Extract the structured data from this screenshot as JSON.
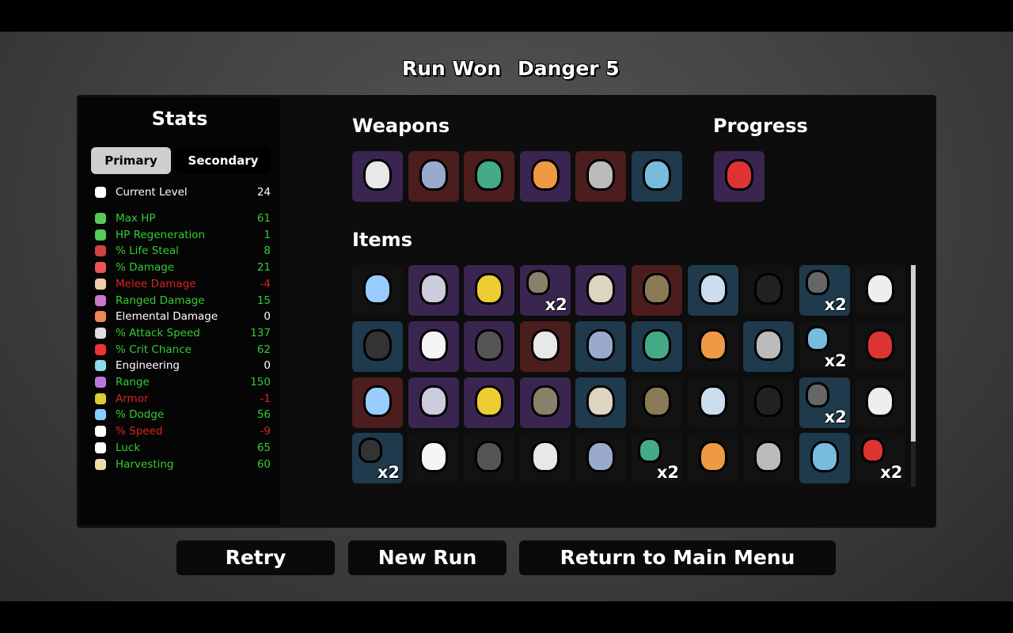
{
  "header": {
    "result": "Run Won",
    "danger": "Danger 5"
  },
  "stats": {
    "title": "Stats",
    "tab_primary": "Primary",
    "tab_secondary": "Secondary",
    "rows": [
      {
        "icon": "level-icon",
        "glyph": "☻",
        "label": "Current Level",
        "value": "24",
        "color": "#ffffff",
        "iconColor": "#fff"
      },
      {
        "icon": "heart-icon",
        "glyph": "♥",
        "label": "Max HP",
        "value": "61",
        "color": "#33cc33",
        "iconColor": "#5c5"
      },
      {
        "icon": "heart-plus-icon",
        "glyph": "♥",
        "label": "HP Regeneration",
        "value": "1",
        "color": "#33cc33",
        "iconColor": "#5c5"
      },
      {
        "icon": "lifesteal-icon",
        "glyph": "◗",
        "label": "% Life Steal",
        "value": "8",
        "color": "#33cc33",
        "iconColor": "#c44"
      },
      {
        "icon": "fist-icon",
        "glyph": "✊",
        "label": "% Damage",
        "value": "21",
        "color": "#33cc33",
        "iconColor": "#e55"
      },
      {
        "icon": "sword-icon",
        "glyph": "⚔",
        "label": "Melee Damage",
        "value": "-4",
        "color": "#dd2222",
        "iconColor": "#eca"
      },
      {
        "icon": "bow-icon",
        "glyph": "➶",
        "label": "Ranged Damage",
        "value": "15",
        "color": "#33cc33",
        "iconColor": "#c7c"
      },
      {
        "icon": "flame-icon",
        "glyph": "♨",
        "label": "Elemental Damage",
        "value": "0",
        "color": "#ffffff",
        "iconColor": "#e85"
      },
      {
        "icon": "hourglass-icon",
        "glyph": "⧗",
        "label": "% Attack Speed",
        "value": "137",
        "color": "#33cc33",
        "iconColor": "#ddd"
      },
      {
        "icon": "crit-icon",
        "glyph": "✸",
        "label": "% Crit Chance",
        "value": "62",
        "color": "#33cc33",
        "iconColor": "#e33"
      },
      {
        "icon": "wrench-icon",
        "glyph": "✕",
        "label": "Engineering",
        "value": "0",
        "color": "#ffffff",
        "iconColor": "#8de"
      },
      {
        "icon": "range-icon",
        "glyph": "≋",
        "label": "Range",
        "value": "150",
        "color": "#33cc33",
        "iconColor": "#b7d"
      },
      {
        "icon": "shield-icon",
        "glyph": "⛊",
        "label": "Armor",
        "value": "-1",
        "color": "#dd2222",
        "iconColor": "#dc3"
      },
      {
        "icon": "dodge-icon",
        "glyph": "≫",
        "label": "% Dodge",
        "value": "56",
        "color": "#33cc33",
        "iconColor": "#8cf"
      },
      {
        "icon": "boot-icon",
        "glyph": "⚡",
        "label": "% Speed",
        "value": "-9",
        "color": "#dd2222",
        "iconColor": "#fff"
      },
      {
        "icon": "dice-icon",
        "glyph": "⚄",
        "label": "Luck",
        "value": "65",
        "color": "#33cc33",
        "iconColor": "#fff"
      },
      {
        "icon": "wheat-icon",
        "glyph": "✿",
        "label": "Harvesting",
        "value": "60",
        "color": "#33cc33",
        "iconColor": "#eda"
      }
    ]
  },
  "colors": {
    "purple": "#3a2550",
    "red": "#4b1d1d",
    "blue": "#1e3a4c",
    "black": "#121212"
  },
  "weapons": {
    "title": "Weapons",
    "items": [
      {
        "icon": "smg-icon",
        "tier": "purple"
      },
      {
        "icon": "minigun-icon",
        "tier": "red"
      },
      {
        "icon": "minigun-icon",
        "tier": "red"
      },
      {
        "icon": "revolver-icon",
        "tier": "purple"
      },
      {
        "icon": "shotgun-icon",
        "tier": "red"
      },
      {
        "icon": "revolver-icon",
        "tier": "blue"
      }
    ]
  },
  "progress": {
    "title": "Progress",
    "items": [
      {
        "icon": "laser-gun-icon",
        "tier": "purple"
      }
    ]
  },
  "items": {
    "title": "Items",
    "list": [
      {
        "icon": "egg-icon",
        "tier": "black"
      },
      {
        "icon": "statue-icon",
        "tier": "purple"
      },
      {
        "icon": "clover-icon",
        "tier": "purple"
      },
      {
        "icon": "alien-icon",
        "tier": "purple",
        "count": "x2"
      },
      {
        "icon": "bottle-icon",
        "tier": "purple"
      },
      {
        "icon": "wand-icon",
        "tier": "red"
      },
      {
        "icon": "ring-icon",
        "tier": "blue"
      },
      {
        "icon": "butterfly-icon",
        "tier": "black"
      },
      {
        "icon": "toy-icon",
        "tier": "blue",
        "count": "x2"
      },
      {
        "icon": "duck-icon",
        "tier": "black"
      },
      {
        "icon": "boot-icon",
        "tier": "blue"
      },
      {
        "icon": "tardigrade-icon",
        "tier": "purple"
      },
      {
        "icon": "mortar-icon",
        "tier": "purple"
      },
      {
        "icon": "snowglobe-icon",
        "tier": "red"
      },
      {
        "icon": "glasses-icon",
        "tier": "blue"
      },
      {
        "icon": "pillow-icon",
        "tier": "blue"
      },
      {
        "icon": "mouth-icon",
        "tier": "black"
      },
      {
        "icon": "cloth-icon",
        "tier": "blue"
      },
      {
        "icon": "ghost-icon",
        "tier": "black",
        "count": "x2"
      },
      {
        "icon": "bat-icon",
        "tier": "black"
      },
      {
        "icon": "binoculars-icon",
        "tier": "red"
      },
      {
        "icon": "creature-icon",
        "tier": "purple"
      },
      {
        "icon": "rat-icon",
        "tier": "purple"
      },
      {
        "icon": "pink-blob-icon",
        "tier": "purple"
      },
      {
        "icon": "banner-icon",
        "tier": "blue"
      },
      {
        "icon": "shirt-icon",
        "tier": "black"
      },
      {
        "icon": "mask-icon",
        "tier": "black"
      },
      {
        "icon": "tongue-icon",
        "tier": "black"
      },
      {
        "icon": "bullet-icon",
        "tier": "blue",
        "count": "x2"
      },
      {
        "icon": "spirit-icon",
        "tier": "black"
      },
      {
        "icon": "potion-icon",
        "tier": "blue",
        "count": "x2"
      },
      {
        "icon": "turret-icon",
        "tier": "black"
      },
      {
        "icon": "map-icon",
        "tier": "black"
      },
      {
        "icon": "lizard-icon",
        "tier": "black"
      },
      {
        "icon": "scar-icon",
        "tier": "black"
      },
      {
        "icon": "propeller-hat-icon",
        "tier": "black",
        "count": "x2"
      },
      {
        "icon": "tooth-icon",
        "tier": "black"
      },
      {
        "icon": "jar-icon",
        "tier": "black"
      },
      {
        "icon": "worm-icon",
        "tier": "blue"
      },
      {
        "icon": "sack-icon",
        "tier": "black",
        "count": "x2"
      }
    ]
  },
  "buttons": {
    "retry": "Retry",
    "new_run": "New Run",
    "main_menu": "Return to Main Menu"
  }
}
